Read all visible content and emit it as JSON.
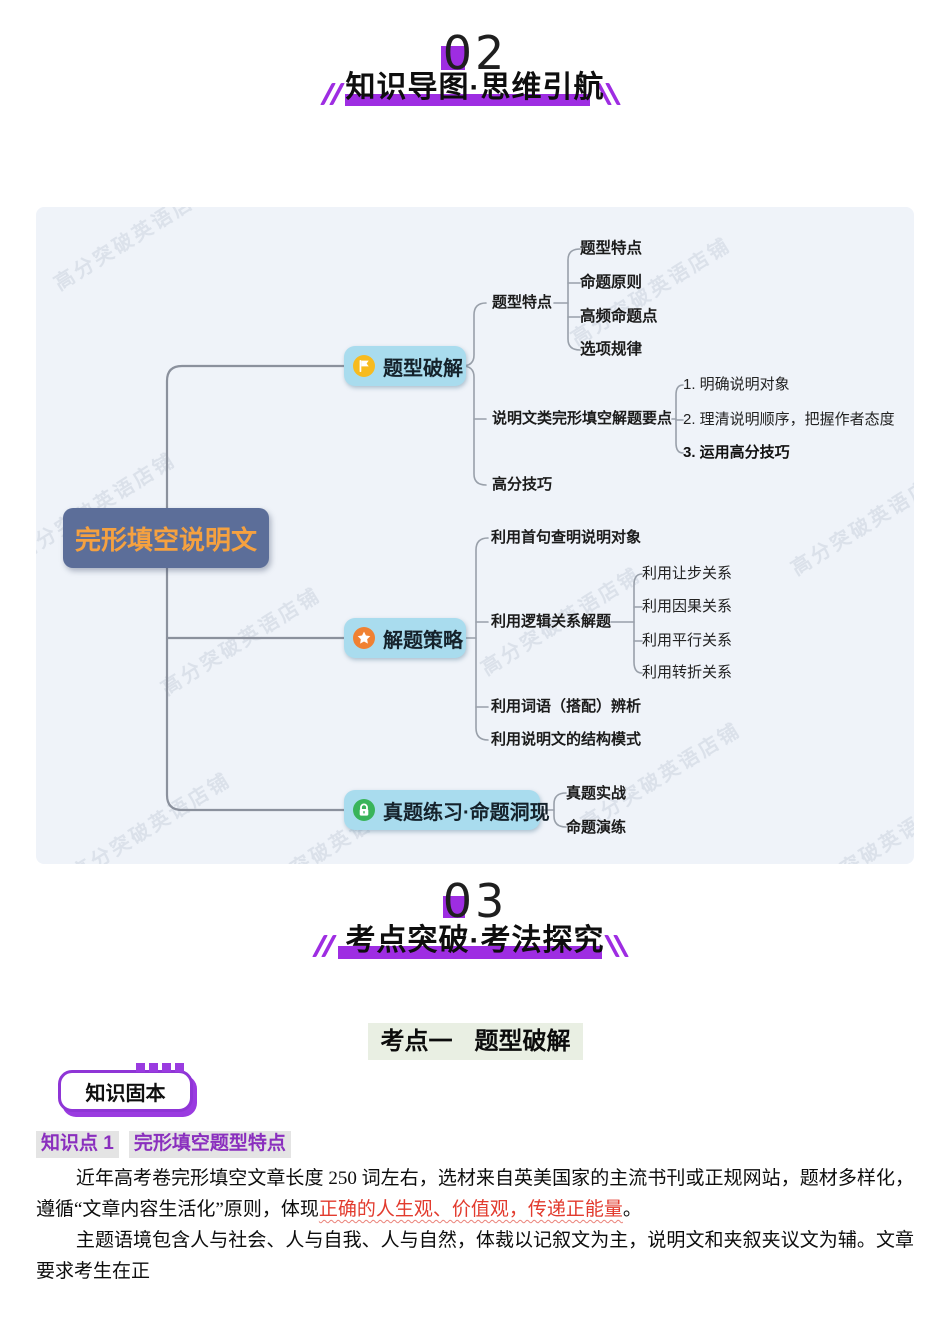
{
  "header02": {
    "number": "02",
    "title": "知识导图·思维引航"
  },
  "header03": {
    "number": "03",
    "title": "考点突破·考法探究"
  },
  "mindmap": {
    "watermark": "高分突破英语店铺",
    "root": "完形填空说明文",
    "branches": [
      {
        "label": "题型破解",
        "icon": "flag-icon",
        "children": [
          {
            "label": "题型特点",
            "children": [
              {
                "label": "题型特点"
              },
              {
                "label": "命题原则"
              },
              {
                "label": "高频命题点"
              },
              {
                "label": "选项规律"
              }
            ]
          },
          {
            "label": "说明文类完形填空解题要点",
            "children": [
              {
                "label": "1. 明确说明对象"
              },
              {
                "label": "2. 理清说明顺序，把握作者态度"
              },
              {
                "label": "3. 运用高分技巧"
              }
            ]
          },
          {
            "label": "高分技巧"
          }
        ]
      },
      {
        "label": "解题策略",
        "icon": "star-icon",
        "children": [
          {
            "label": "利用首句查明说明对象"
          },
          {
            "label": "利用逻辑关系解题",
            "children": [
              {
                "label": "利用让步关系"
              },
              {
                "label": "利用因果关系"
              },
              {
                "label": "利用平行关系"
              },
              {
                "label": "利用转折关系"
              }
            ]
          },
          {
            "label": "利用词语（搭配）辨析"
          },
          {
            "label": "利用说明文的结构模式"
          }
        ]
      },
      {
        "label": "真题练习·命题洞现",
        "icon": "lock-icon",
        "children": [
          {
            "label": "真题实战"
          },
          {
            "label": "命题演练"
          }
        ]
      }
    ]
  },
  "kaodian": {
    "part1": "考点一",
    "part2": "题型破解"
  },
  "badge": {
    "label": "知识固本"
  },
  "knowledge_point": {
    "tag": "知识点 1",
    "title": "完形填空题型特点"
  },
  "body": {
    "p1_before": "近年高考卷完形填空文章长度 250 词左右，选材来自英美国家的主流书刊或正规网站，题材多样化，遵循“文章内容生活化”原则，体现",
    "p1_red": "正确的人生观、价值观，传递正能量",
    "p1_end": "。",
    "p2": "主题语境包含人与社会、人与自我、人与自然，体裁以记叙文为主，说明文和夹叙夹议文为辅。文章要求考生在正"
  },
  "colors": {
    "accent_purple": "#9e2de2",
    "branch_blue": "#a9dcee",
    "root_bg": "#5c6e99",
    "root_text": "#f5a140",
    "flag_yellow": "#f7bb1f",
    "star_orange": "#f08132",
    "lock_green": "#39b45a",
    "highlight_red": "#e23b2e",
    "kp_purple": "#8a2fbe",
    "kaodian_bg": "#e9efe3"
  }
}
